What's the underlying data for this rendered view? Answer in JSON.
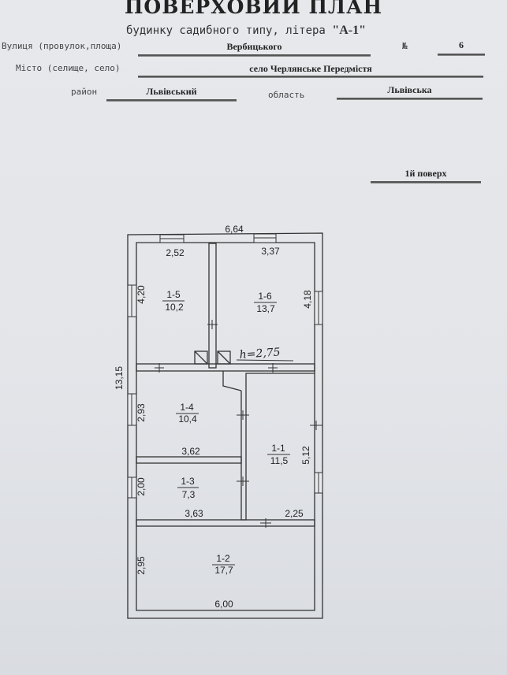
{
  "header": {
    "title": "ПОВЕРХОВИЙ ПЛАН",
    "subtitle_text": "будинку садибного типу, літера",
    "letter": "\"А-1\""
  },
  "fields": {
    "street_label": "Вулиця (провулок,площа)",
    "street_value": "Вербицького",
    "number_label": "№",
    "number_value": "6",
    "city_label": "Місто (селище, село)",
    "city_value": "село Черлянське Передмістя",
    "district_label": "район",
    "district_value": "Львівський",
    "region_label": "область",
    "region_value": "Львівська"
  },
  "floor": {
    "label": "1й поверх"
  },
  "plan": {
    "dimensions": {
      "top_total": "6,64",
      "left_total": "13,15",
      "room5_top": "2,52",
      "room6_top": "3,37",
      "room5_side": "4,20",
      "room6_side": "4,18",
      "room4_side": "2,93",
      "room4_bottom": "3,62",
      "room3_side": "2,00",
      "room3_bottom": "3,63",
      "room1_side": "5,12",
      "room1_bottom": "2,25",
      "room2_side": "2,95",
      "room2_bottom": "6,00"
    },
    "rooms": [
      {
        "id": "1-5",
        "area": "10,2"
      },
      {
        "id": "1-6",
        "area": "13,7"
      },
      {
        "id": "1-4",
        "area": "10,4"
      },
      {
        "id": "1-1",
        "area": "11,5"
      },
      {
        "id": "1-3",
        "area": "7,3"
      },
      {
        "id": "1-2",
        "area": "17,7"
      }
    ],
    "height_note": "h=2,75"
  }
}
